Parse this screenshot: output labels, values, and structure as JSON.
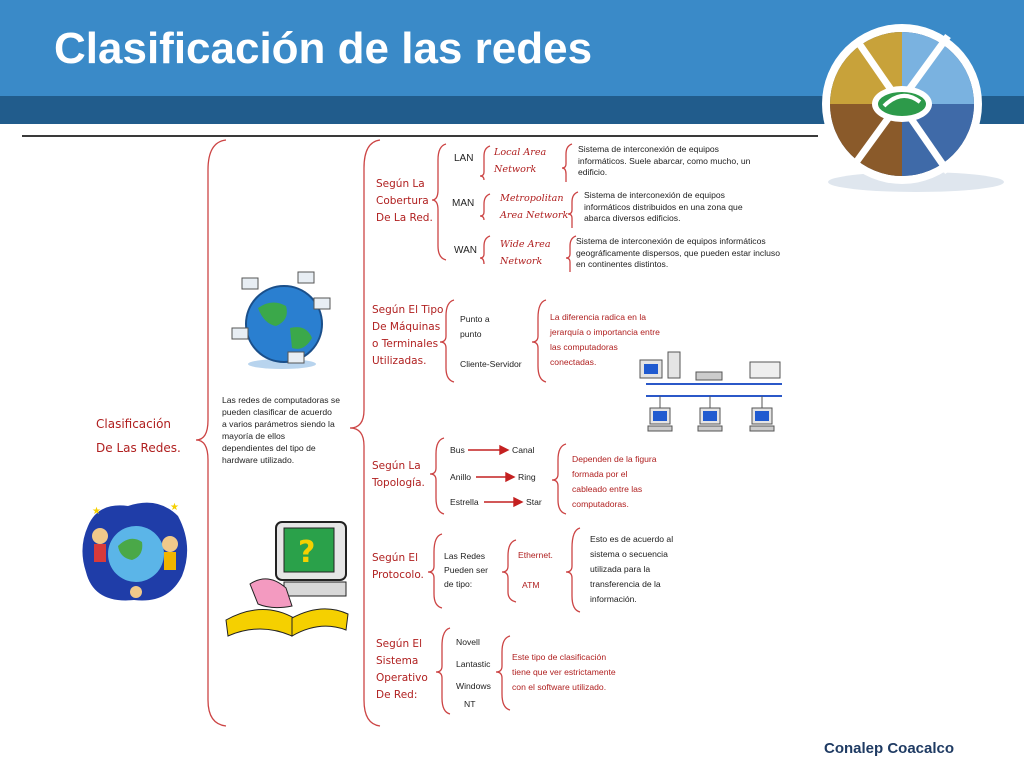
{
  "slide": {
    "title": "Clasificación de las redes",
    "footer": "Conalep Coacalco",
    "colors": {
      "header": "#3a8ac8",
      "header_band": "#215c8c",
      "accent_red": "#b02020"
    }
  },
  "root": {
    "label": "Clasificación\nDe Las Redes.",
    "description": "Las redes de computadoras se\npueden clasificar de acuerdo\na varios parámetros siendo la\nmayoría de ellos\ndependientes del tipo de\nhardware utilizado."
  },
  "branches": {
    "cobertura": {
      "label": "Según La\nCobertura\nDe La Red.",
      "items": [
        {
          "code": "LAN",
          "name": "Local Area\nNetwork",
          "desc": "Sistema de interconexión  de equipos\ninformáticos. Suele abarcar, como mucho, un\nedificio."
        },
        {
          "code": "MAN",
          "name": "Metropolitan\nArea Network",
          "desc": "Sistema de interconexión de equipos\ninformáticos distribuidos en una zona que\nabarca diversos edificios."
        },
        {
          "code": "WAN",
          "name": "Wide Area\nNetwork",
          "desc": "Sistema de interconexión de equipos informáticos\ngeográficamente dispersos, que pueden estar incluso\nen continentes distintos."
        }
      ]
    },
    "maquinas": {
      "label": "Según El Tipo\nDe Máquinas\no Terminales\nUtilizadas.",
      "items": [
        "Punto a\npunto",
        "Cliente-Servidor"
      ],
      "desc": "La diferencia radica en la\njerarquía o importancia  entre\nlas computadoras\nconectadas."
    },
    "topologia": {
      "label": "Según La\nTopología.",
      "items": [
        {
          "from": "Bus",
          "to": "Canal"
        },
        {
          "from": "Anillo",
          "to": "Ring"
        },
        {
          "from": "Estrella",
          "to": "Star"
        }
      ],
      "desc": "Dependen de la figura\nformada por el\ncableado entre las\ncomputadoras."
    },
    "protocolo": {
      "label": "Según El\nProtocolo.",
      "intro": "Las Redes\nPueden ser\nde tipo:",
      "items": [
        "Ethernet.",
        "ATM"
      ],
      "desc": "Esto es de acuerdo al\nsistema o secuencia\nutilizada para la\ntransferencia de la\ninformación."
    },
    "sistema": {
      "label": "Según El\nSistema\nOperativo\nDe Red:",
      "items": [
        "Novell",
        "Lantastic",
        "Windows",
        "NT"
      ],
      "desc": "Este tipo de clasificación\ntiene que ver estrictamente\ncon el software utilizado."
    }
  }
}
